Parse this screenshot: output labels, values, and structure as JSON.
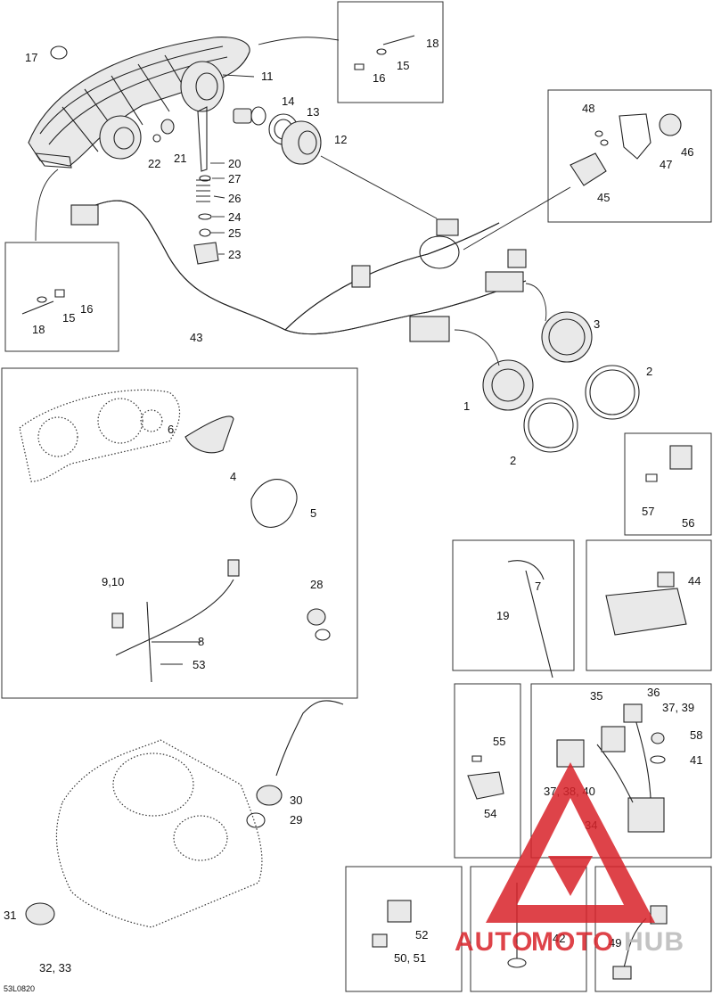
{
  "diagram": {
    "drawing_code": "53L0820",
    "watermark": {
      "brand_part1": "AUTO",
      "brand_part2": "MOTO",
      "brand_part3": "HUB",
      "color_red": "#d9232a",
      "color_gray": "#b9b9b9"
    },
    "callouts": {
      "c1": "1",
      "c2a": "2",
      "c2b": "2",
      "c3": "3",
      "c4": "4",
      "c5": "5",
      "c6": "6",
      "c7": "7",
      "c8": "8",
      "c910": "9,10",
      "c11": "11",
      "c12": "12",
      "c13": "13",
      "c14": "14",
      "c15a": "15",
      "c15b": "15",
      "c16a": "16",
      "c16b": "16",
      "c17": "17",
      "c18a": "18",
      "c18b": "18",
      "c19": "19",
      "c20": "20",
      "c21": "21",
      "c22": "22",
      "c23": "23",
      "c24": "24",
      "c25": "25",
      "c26": "26",
      "c27": "27",
      "c28": "28",
      "c29": "29",
      "c30": "30",
      "c31": "31",
      "c3233": "32, 33",
      "c34": "34",
      "c35": "35",
      "c36": "36",
      "c3739": "37, 39",
      "c373840": "37, 38, 40",
      "c41": "41",
      "c42": "42",
      "c43": "43",
      "c44": "44",
      "c45": "45",
      "c46": "46",
      "c47": "47",
      "c48": "48",
      "c49": "49",
      "c5051": "50, 51",
      "c52": "52",
      "c53": "53",
      "c54": "54",
      "c55": "55",
      "c56": "56",
      "c57": "57",
      "c58": "58"
    }
  }
}
